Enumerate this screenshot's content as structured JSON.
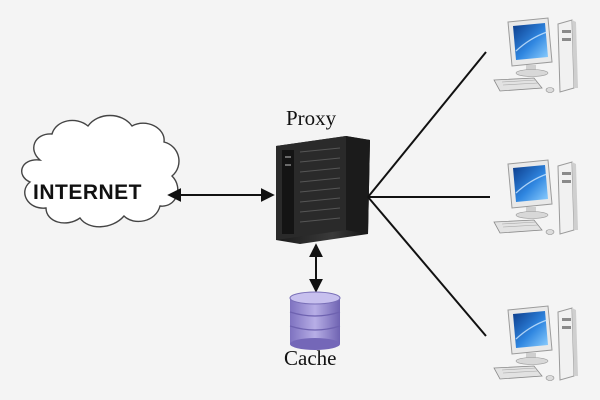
{
  "nodes": {
    "internet": {
      "label": "INTERNET",
      "icon": "cloud-icon"
    },
    "proxy": {
      "label": "Proxy",
      "icon": "server-tower-icon"
    },
    "cache": {
      "label": "Cache",
      "icon": "database-icon"
    },
    "clients": [
      {
        "icon": "desktop-computer-icon"
      },
      {
        "icon": "desktop-computer-icon"
      },
      {
        "icon": "desktop-computer-icon"
      }
    ]
  },
  "connections": [
    {
      "from": "internet",
      "to": "proxy",
      "style": "double-arrow"
    },
    {
      "from": "proxy",
      "to": "cache",
      "style": "double-arrow"
    },
    {
      "from": "proxy",
      "to": "client-1",
      "style": "line"
    },
    {
      "from": "proxy",
      "to": "client-2",
      "style": "line"
    },
    {
      "from": "proxy",
      "to": "client-3",
      "style": "line"
    }
  ],
  "colors": {
    "background": "#f4f4f4",
    "server": "#2b2b2b",
    "database": "#9a8fd0",
    "monitor_screen": "#1c5fb8"
  }
}
